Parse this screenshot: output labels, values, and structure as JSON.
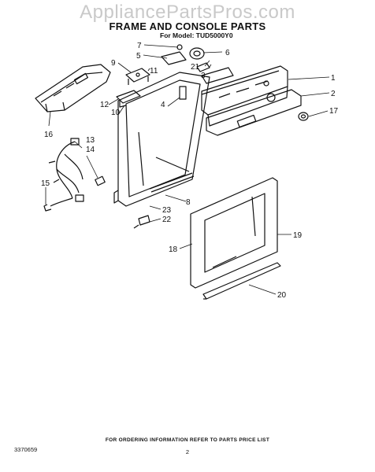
{
  "watermark": "AppliancePartsPros.com",
  "header": {
    "title": "FRAME AND CONSOLE PARTS",
    "model": "For Model: TUD5000Y0"
  },
  "callouts": [
    {
      "id": "c1",
      "text": "1"
    },
    {
      "id": "c2",
      "text": "2"
    },
    {
      "id": "c3",
      "text": "3"
    },
    {
      "id": "c4",
      "text": "4"
    },
    {
      "id": "c5",
      "text": "5"
    },
    {
      "id": "c6",
      "text": "6"
    },
    {
      "id": "c7",
      "text": "7"
    },
    {
      "id": "c8",
      "text": "8"
    },
    {
      "id": "c9",
      "text": "9"
    },
    {
      "id": "c10",
      "text": "10"
    },
    {
      "id": "c11",
      "text": "11"
    },
    {
      "id": "c12",
      "text": "12"
    },
    {
      "id": "c13",
      "text": "13"
    },
    {
      "id": "c14",
      "text": "14"
    },
    {
      "id": "c15",
      "text": "15"
    },
    {
      "id": "c16",
      "text": "16"
    },
    {
      "id": "c17",
      "text": "17"
    },
    {
      "id": "c18",
      "text": "18"
    },
    {
      "id": "c19",
      "text": "19"
    },
    {
      "id": "c20",
      "text": "20"
    },
    {
      "id": "c21",
      "text": "21"
    },
    {
      "id": "c22",
      "text": "22"
    },
    {
      "id": "c23",
      "text": "23"
    }
  ],
  "footer": {
    "note": "FOR ORDERING INFORMATION REFER TO PARTS PRICE LIST",
    "code": "3370659",
    "page": "2"
  }
}
